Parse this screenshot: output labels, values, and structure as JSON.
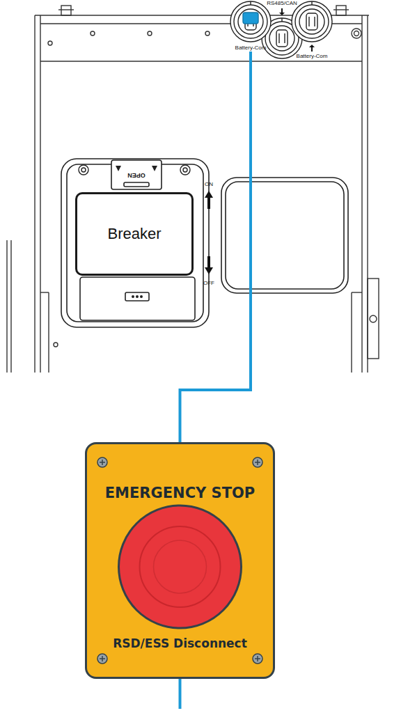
{
  "diagram": {
    "nodes": [
      {
        "text": [
          "Breaker"
        ]
      },
      {
        "text": [
          "RS485/CAN"
        ]
      },
      {
        "text": [
          "Battery-Com"
        ]
      },
      {
        "text": [
          "Battery-Com"
        ]
      },
      {
        "text": [
          "EMERGENCY STOP",
          "RSD/ESS Disconnect"
        ]
      }
    ],
    "edges": [
      {
        "from": 2,
        "to": 4,
        "arrow": "none"
      }
    ],
    "labels": [
      "OPEN",
      "ON",
      "OFF"
    ]
  }
}
